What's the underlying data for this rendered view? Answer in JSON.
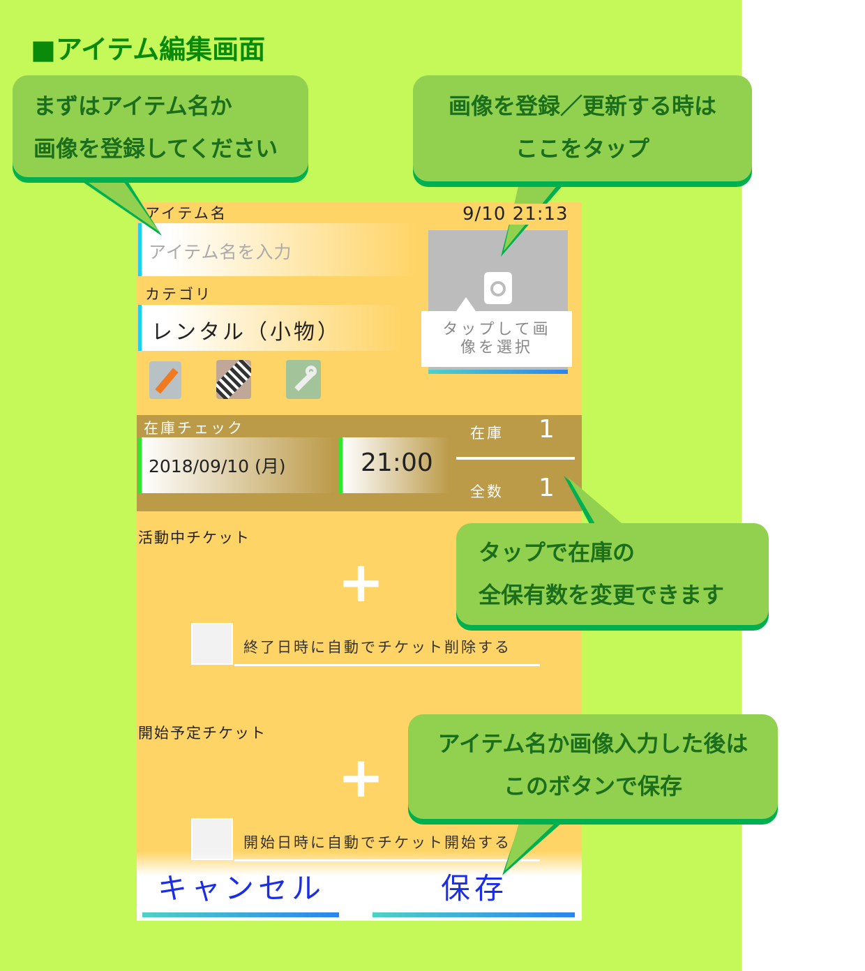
{
  "page_title": "■アイテム編集画面",
  "phone": {
    "item_name_label": "アイテム名",
    "item_name_placeholder": "アイテム名を入力",
    "datetime": "9/10 21:13",
    "category_label": "カテゴリ",
    "category_value": "レンタル（小物）",
    "image_button_label_1": "タップして画",
    "image_button_label_2": "像を選択",
    "tool_icons": [
      "notepad-icon",
      "barcode-icon",
      "wrench-icon"
    ],
    "stock_check": {
      "label": "在庫チェック",
      "date": "2018/09/10 (月)",
      "time": "21:00",
      "stock_label": "在庫",
      "stock_value": "1",
      "total_label": "全数",
      "total_value": "1"
    },
    "active_tickets_label": "活動中チケット",
    "auto_delete_label": "終了日時に自動でチケット削除する",
    "scheduled_tickets_label": "開始予定チケット",
    "auto_start_label": "開始日時に自動でチケット開始する",
    "cancel_label": "キャンセル",
    "save_label": "保存"
  },
  "callouts": {
    "name_or_image": [
      "まずはアイテム名か",
      "画像を登録してください"
    ],
    "image_tap": [
      "画像を登録／更新する時は",
      "ここをタップ"
    ],
    "stock_tap": [
      "タップで在庫の",
      "全保有数を変更できます"
    ],
    "save": [
      "アイテム名か画像入力した後は",
      "このボタンで保存"
    ]
  },
  "colors": {
    "background": "#c5f95a",
    "phone": "#ffd466",
    "callout": "#92d050",
    "callout_shadow": "#00b050",
    "stock_panel": "#bb9a48"
  }
}
